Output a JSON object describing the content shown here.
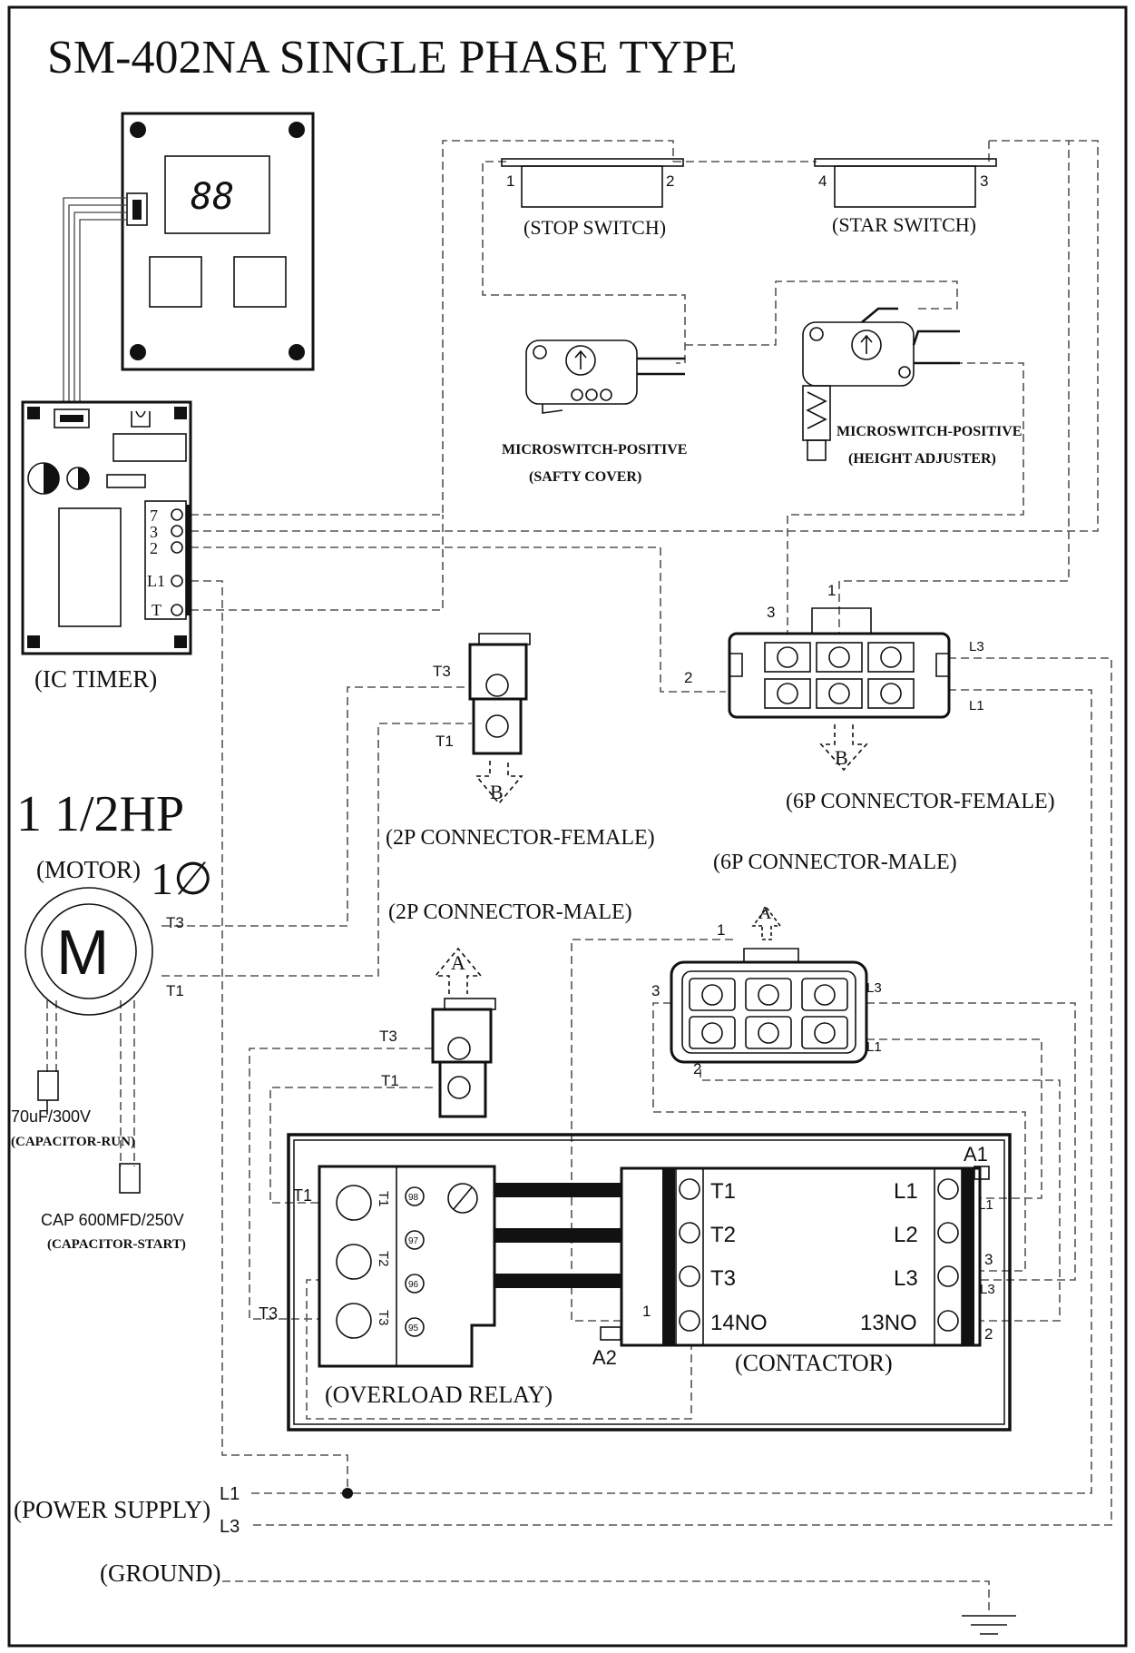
{
  "title": "SM-402NA SINGLE PHASE TYPE",
  "display_digits": "88",
  "components": {
    "stop_switch": {
      "label": "(STOP SWITCH)",
      "pin_left": "1",
      "pin_right": "2"
    },
    "star_switch": {
      "label": "(STAR SWITCH)",
      "pin_left": "4",
      "pin_right": "3"
    },
    "micro_safety": {
      "label": "MICROSWITCH-POSITIVE",
      "sub": "(SAFTY COVER)"
    },
    "micro_height": {
      "label": "MICROSWITCH-POSITIVE",
      "sub": "(HEIGHT ADJUSTER)"
    },
    "ic_timer": {
      "label": "(IC TIMER)",
      "terminals": [
        "7",
        "3",
        "2",
        "L1",
        "T"
      ]
    },
    "conn_6p_female": {
      "label": "(6P CONNECTOR-FEMALE)",
      "pins": [
        "1",
        "3",
        "2",
        "L3",
        "L1"
      ],
      "arrow": "B"
    },
    "conn_6p_male": {
      "label": "(6P CONNECTOR-MALE)",
      "pins": [
        "1",
        "3",
        "2",
        "L3",
        "L1"
      ],
      "arrow": "A"
    },
    "conn_2p_female": {
      "label": "(2P CONNECTOR-FEMALE)",
      "pins": [
        "T3",
        "T1"
      ],
      "arrow": "B"
    },
    "conn_2p_male": {
      "label": "(2P CONNECTOR-MALE)",
      "pins": [
        "T3",
        "T1"
      ],
      "arrow": "A"
    },
    "motor": {
      "power": "1 1/2HP",
      "label": "(MOTOR)",
      "phase": "1∅",
      "symbol": "M",
      "t3": "T3",
      "t1": "T1"
    },
    "cap_run": {
      "value": "70uF/300V",
      "label": "(CAPACITOR-RUN)"
    },
    "cap_start": {
      "value": "CAP 600MFD/250V",
      "label": "(CAPACITOR-START)"
    },
    "overload_relay": {
      "label": "(OVERLOAD RELAY)",
      "t_labels": [
        "T1",
        "T3"
      ],
      "terminals": [
        "T1",
        "T2",
        "T3"
      ],
      "contacts": [
        "98",
        "97",
        "96",
        "95"
      ]
    },
    "contactor": {
      "label": "(CONTACTOR)",
      "left": [
        "T1",
        "T2",
        "T3",
        "14NO"
      ],
      "right": [
        "L1",
        "L2",
        "L3",
        "13NO"
      ],
      "a1": "A1",
      "a2": "A2",
      "side_marks": [
        "L1",
        "3",
        "L3",
        "2"
      ],
      "pin_1": "1"
    },
    "power_supply": {
      "label": "(POWER SUPPLY)",
      "l1": "L1",
      "l3": "L3"
    },
    "ground": {
      "label": "(GROUND)"
    }
  }
}
